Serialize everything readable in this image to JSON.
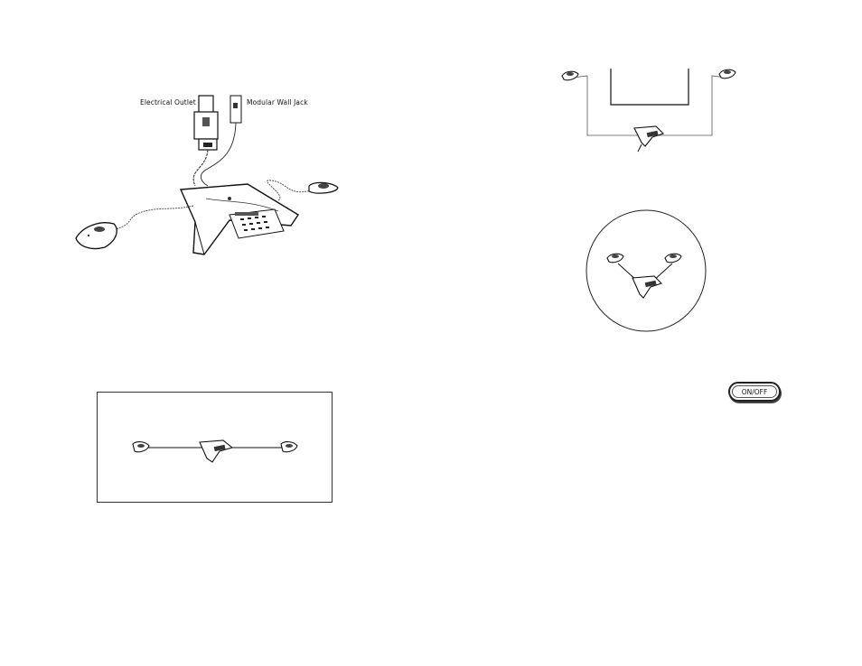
{
  "setup_figure": {
    "outlet_label": "Electrical Outlet",
    "jack_label": "Modular Wall Jack"
  },
  "control": {
    "on_off_label": "ON/OFF"
  }
}
